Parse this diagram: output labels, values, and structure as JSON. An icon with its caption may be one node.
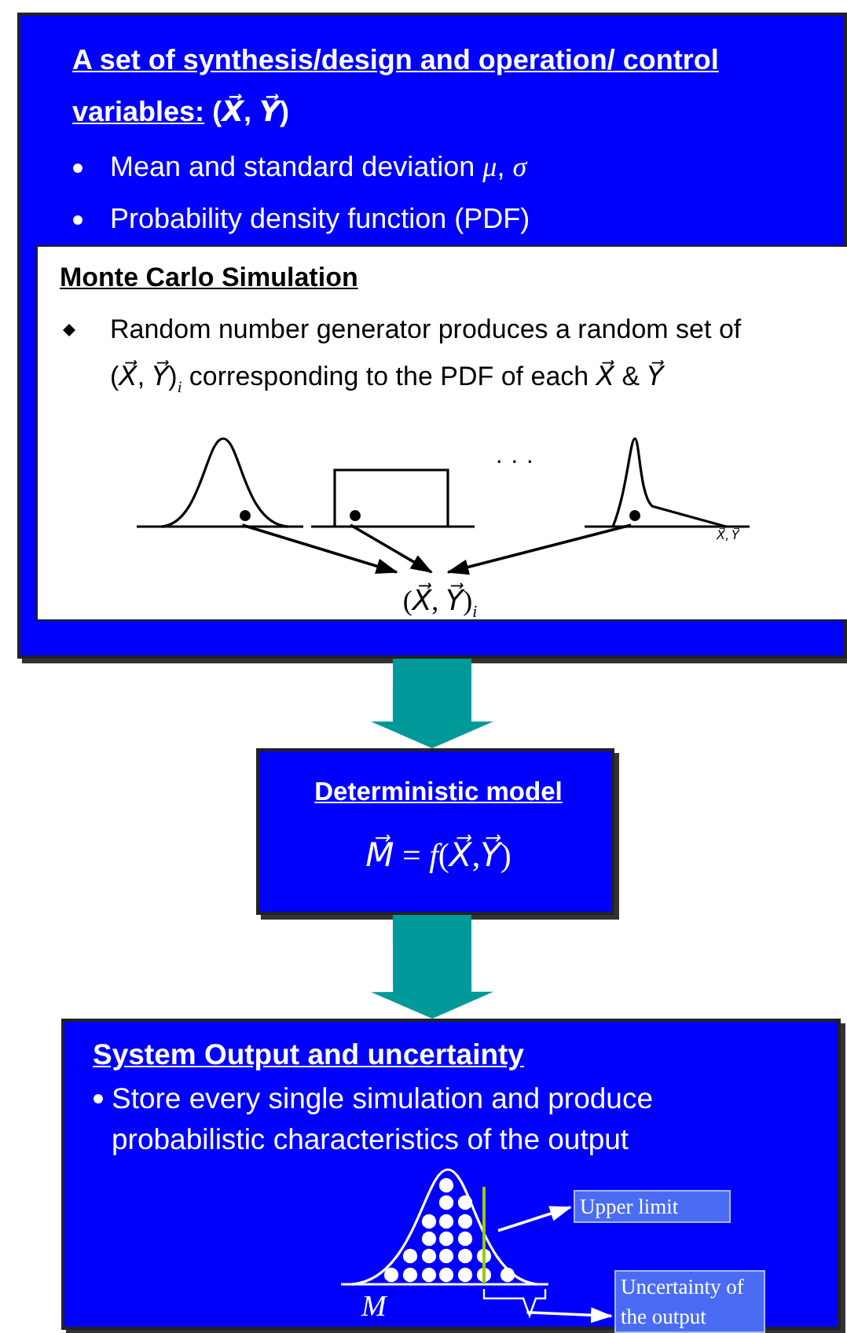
{
  "diagram": {
    "nodes": [
      {
        "text": [
          "**A set of synthesis/design and operation/ control variables:** (*X⃗*, *Y⃗*)",
          "Mean and standard deviation *μ*, *σ*",
          "Probability density function (PDF)"
        ]
      },
      {
        "text": [
          "Monte Carlo Simulation",
          "Random number generator produces a random set of (*X⃗*, *Y⃗*)$_{i}$ corresponding to the PDF of each *X⃗* & *Y⃗*"
        ],
        "in": 0
      },
      {
        "text": [],
        "shape": "picture",
        "in": 1
      },
      {
        "text": [],
        "shape": "picture",
        "in": 1
      },
      {
        "text": [],
        "shape": "picture",
        "in": 1
      },
      {
        "text": [
          "(*X⃗*, *Y⃗*)$_{i}$"
        ],
        "in": 1
      },
      {
        "text": [
          "Deterministic model",
          "*M⃗* = *f*(*X⃗*,*Y⃗*)"
        ]
      },
      {
        "text": [
          "System Output and uncertainty",
          "Store every single simulation and produce probabilistic characteristics of the output"
        ]
      },
      {
        "text": [],
        "shape": "picture",
        "in": 7
      },
      {
        "text": [
          "Upper limit"
        ],
        "in": 7
      },
      {
        "text": [
          "Uncertainty of the output"
        ],
        "in": 7
      }
    ],
    "edges": [
      {
        "from": 2,
        "to": 5,
        "arrow": "to"
      },
      {
        "from": 3,
        "to": 5,
        "arrow": "to"
      },
      {
        "from": 4,
        "to": 5,
        "arrow": "to"
      },
      {
        "from": 0,
        "to": 6,
        "arrow": "to",
        "style": "thick",
        "color": "#009999"
      },
      {
        "from": 6,
        "to": 7,
        "arrow": "to",
        "style": "thick",
        "color": "#009999"
      },
      {
        "from": 8,
        "to": 9,
        "arrow": "to",
        "color": "#ffffff"
      },
      {
        "from": 8,
        "to": 10,
        "arrow": "to",
        "color": "#ffffff"
      }
    ],
    "labels": [
      "· · ·",
      "X⃗, Y⃗",
      "M"
    ]
  }
}
